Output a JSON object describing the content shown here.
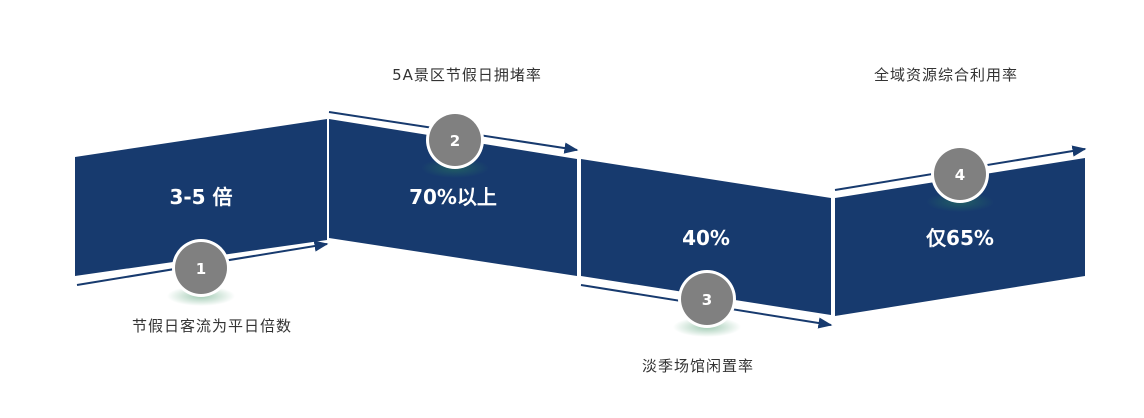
{
  "items": [
    {
      "number": "1",
      "value": "3-5 倍",
      "caption": "节假日客流为平日倍数"
    },
    {
      "number": "2",
      "value": "70%以上",
      "caption": "5A景区节假日拥堵率"
    },
    {
      "number": "3",
      "value": "40%",
      "caption": "淡季场馆闲置率"
    },
    {
      "number": "4",
      "value": "仅65%",
      "caption": "全域资源综合利用率"
    }
  ],
  "colors": {
    "panel": "#173A6E",
    "circle": "#808080",
    "arrow": "#173A6E",
    "glow": "#2E8B57"
  }
}
